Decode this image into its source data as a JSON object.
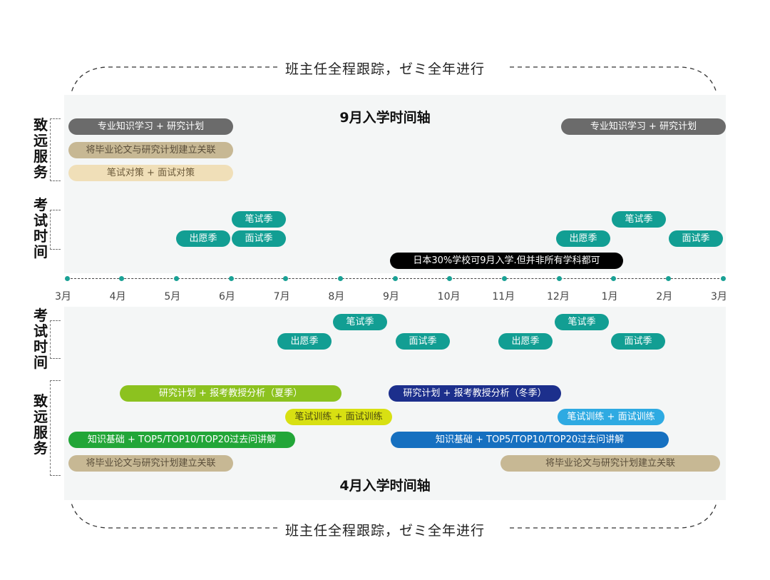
{
  "banner_text": "班主任全程跟踪，ゼミ全年进行",
  "top_timeline": {
    "title": "9月入学时间轴",
    "service_label": [
      "致",
      "远",
      "服",
      "务"
    ],
    "exam_label": [
      "考",
      "试",
      "时",
      "间"
    ],
    "services": [
      {
        "label": "专业知识学习 + 研究计划",
        "color": "#6b6b6b",
        "text_color": "#ffffff",
        "start_month": "3月",
        "end_month": "6月"
      },
      {
        "label": "将毕业论文与研究计划建立关联",
        "color": "#c7b894",
        "text_color": "#5a4e3a",
        "start_month": "3月",
        "end_month": "6月"
      },
      {
        "label": "笔试对策 + 面试对策",
        "color": "#f0dfb8",
        "text_color": "#6b5a3a",
        "start_month": "3月",
        "end_month": "6月"
      },
      {
        "label": "专业知识学习 + 研究计划",
        "color": "#6b6b6b",
        "text_color": "#ffffff",
        "start_month": "12月",
        "end_month": "3月"
      }
    ],
    "exams": [
      {
        "label": "笔试季",
        "color": "#129e93"
      },
      {
        "label": "出愿季",
        "color": "#129e93"
      },
      {
        "label": "面试季",
        "color": "#129e93"
      },
      {
        "label": "笔试季",
        "color": "#129e93"
      },
      {
        "label": "出愿季",
        "color": "#129e93"
      },
      {
        "label": "面试季",
        "color": "#129e93"
      }
    ],
    "note": {
      "label": "日本30%学校可9月入学.但并非所有学科都可",
      "color": "#000000"
    }
  },
  "axis": {
    "months": [
      "3月",
      "4月",
      "5月",
      "6月",
      "7月",
      "8月",
      "9月",
      "10月",
      "11月",
      "12月",
      "1月",
      "2月",
      "3月"
    ],
    "dot_color": "#1aa195"
  },
  "bottom_timeline": {
    "title": "4月入学时间轴",
    "service_label": [
      "致",
      "远",
      "服",
      "务"
    ],
    "exam_label": [
      "考",
      "试",
      "时",
      "间"
    ],
    "exams": [
      {
        "label": "笔试季",
        "color": "#129e93"
      },
      {
        "label": "出愿季",
        "color": "#129e93"
      },
      {
        "label": "面试季",
        "color": "#129e93"
      },
      {
        "label": "笔试季",
        "color": "#129e93"
      },
      {
        "label": "出愿季",
        "color": "#129e93"
      },
      {
        "label": "面试季",
        "color": "#129e93"
      }
    ],
    "services": [
      {
        "label": "研究计划 + 报考教授分析（夏季）",
        "color": "#8cc21f",
        "text_color": "#ffffff"
      },
      {
        "label": "研究计划 + 报考教授分析（冬季）",
        "color": "#1c2f8c",
        "text_color": "#ffffff"
      },
      {
        "label": "笔试训练 + 面试训练",
        "color": "#d8e012",
        "text_color": "#4a4a10"
      },
      {
        "label": "笔试训练 + 面试训练",
        "color": "#2eaae2",
        "text_color": "#ffffff"
      },
      {
        "label": "知识基础 + TOP5/TOP10/TOP20过去问讲解",
        "color": "#22a638",
        "text_color": "#ffffff"
      },
      {
        "label": "知识基础 + TOP5/TOP10/TOP20过去问讲解",
        "color": "#1670c0",
        "text_color": "#ffffff"
      },
      {
        "label": "将毕业论文与研究计划建立关联",
        "color": "#c7b894",
        "text_color": "#5a4e3a"
      },
      {
        "label": "将毕业论文与研究计划建立关联",
        "color": "#c7b894",
        "text_color": "#5a4e3a"
      }
    ]
  }
}
